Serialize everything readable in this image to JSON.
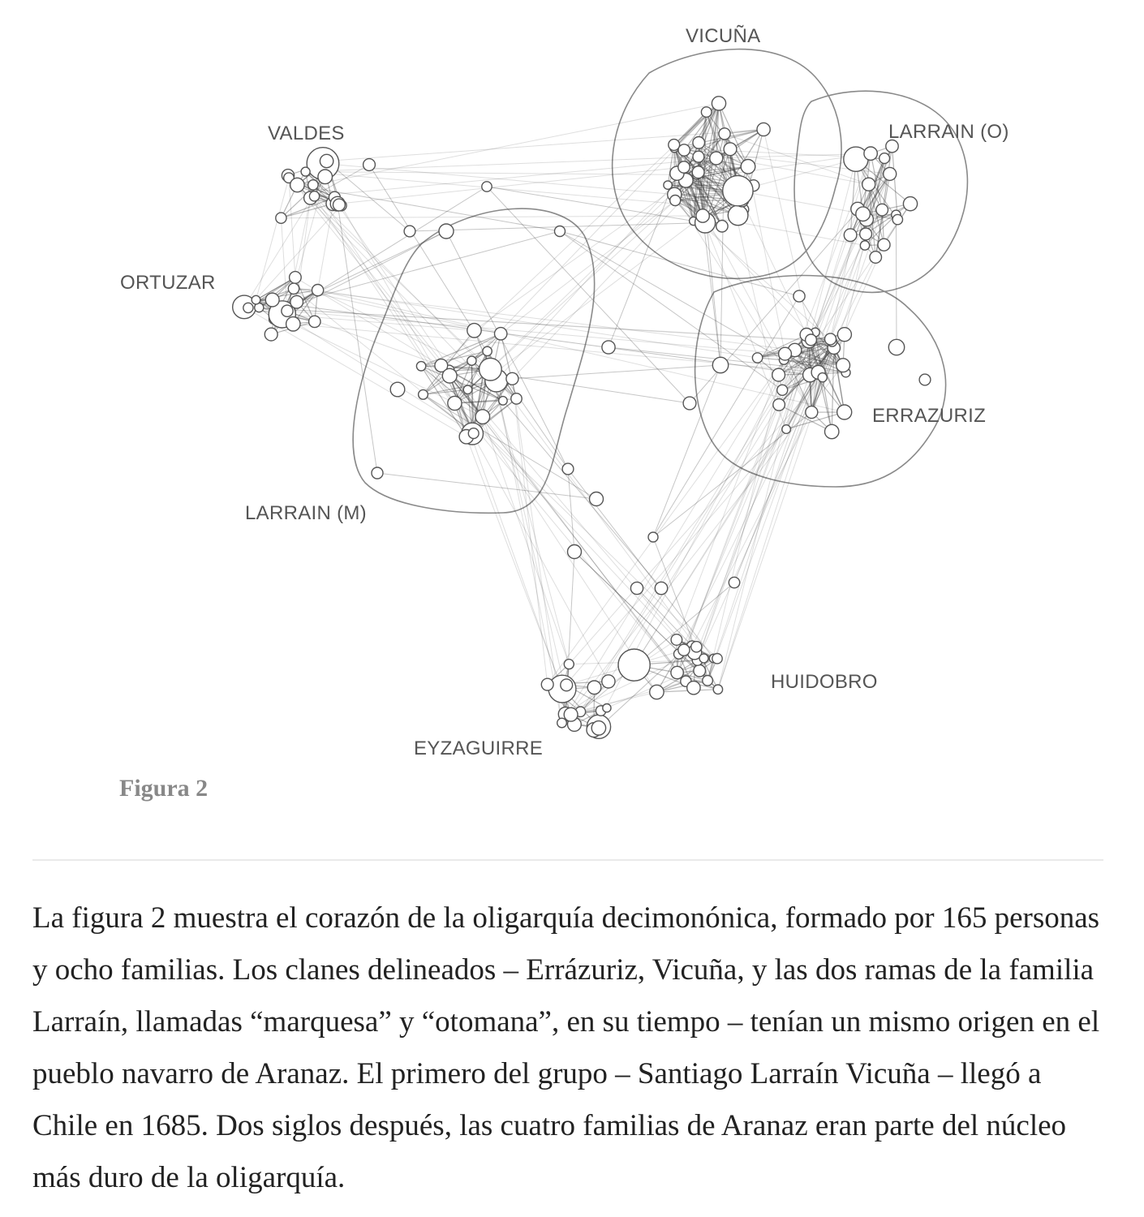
{
  "figure": {
    "families": [
      "VICUÑA",
      "LARRAIN (O)",
      "VALDES",
      "ORTUZAR",
      "ERRAZURIZ",
      "LARRAIN (M)",
      "HUIDOBRO",
      "EYZAGUIRRE"
    ],
    "caption": "Figura 2"
  },
  "article": {
    "paragraph": "La figura 2 muestra el corazón de la oligarquía decimonónica, formado por 165 personas y ocho familias. Los clanes delineados – Errázuriz, Vicuña, y las dos ramas de la familia Larraín, llamadas “marquesa” y “otomana”, en su tiempo – tenían un mismo origen en el pueblo navarro de Aranaz. El primero del grupo – Santiago Larraín Vicuña – llegó a Chile en 1685. Dos siglos después, las cuatro familias de Aranaz eran parte del núcleo más duro de la oligarquía."
  },
  "colors": {
    "edge": "#333333",
    "node_stroke": "#555555",
    "node_fill": "#ffffff",
    "boundary": "#777777"
  }
}
